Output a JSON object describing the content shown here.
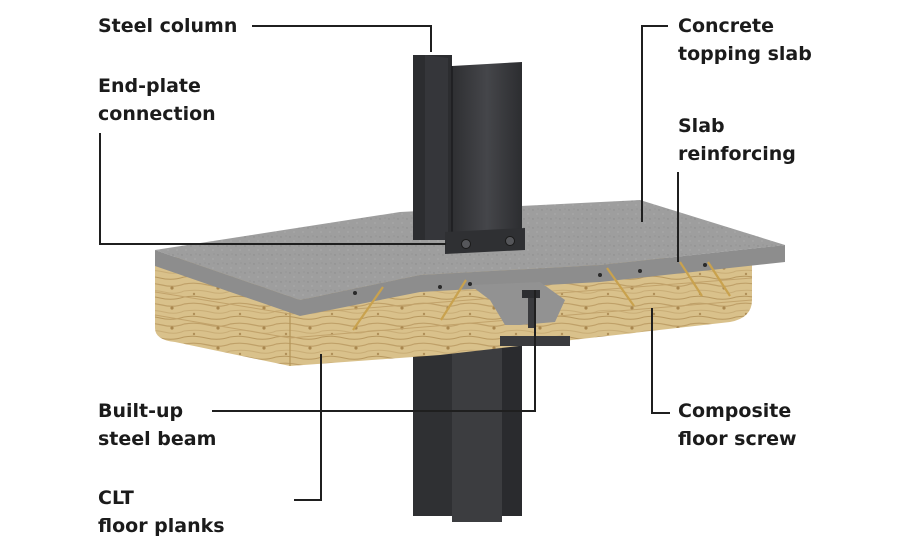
{
  "colors": {
    "steel": "#3a3b3e",
    "concrete": "#9c9c9c",
    "timber": "#d8c08a",
    "leader": "#1f1f1f"
  },
  "labels": {
    "steel_column": [
      "Steel column"
    ],
    "end_plate": [
      "End-plate",
      "connection"
    ],
    "concrete_topping": [
      "Concrete",
      "topping slab"
    ],
    "slab_reinforcing": [
      "Slab",
      "reinforcing"
    ],
    "built_up_beam": [
      "Built-up",
      "steel beam"
    ],
    "composite_screw": [
      "Composite",
      "floor screw"
    ],
    "clt_planks": [
      "CLT",
      "floor planks"
    ]
  }
}
